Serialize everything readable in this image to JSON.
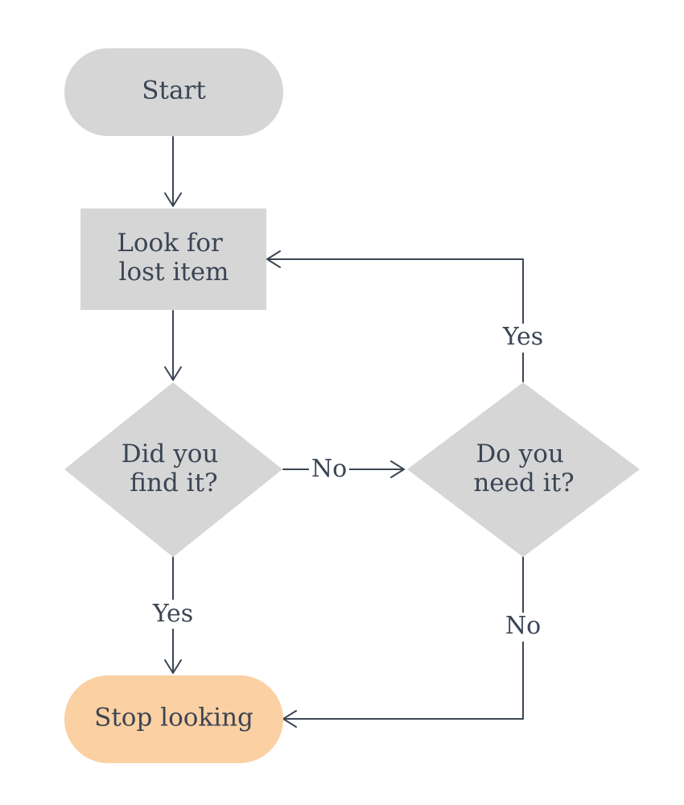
{
  "colors": {
    "node_fill": "#d6d6d6",
    "end_fill": "#fbd0a2",
    "line": "#3b4554",
    "text": "#3b4554"
  },
  "nodes": {
    "start": {
      "label": "Start"
    },
    "look": {
      "lines": [
        "Look for",
        "lost item"
      ]
    },
    "found": {
      "lines": [
        "Did you",
        "find it?"
      ]
    },
    "need": {
      "lines": [
        "Do you",
        "need it?"
      ]
    },
    "stop": {
      "label": "Stop looking"
    }
  },
  "edges": {
    "found_to_need": {
      "label": "No"
    },
    "need_to_look": {
      "label": "Yes"
    },
    "found_to_stop": {
      "label": "Yes"
    },
    "need_to_stop": {
      "label": "No"
    }
  }
}
